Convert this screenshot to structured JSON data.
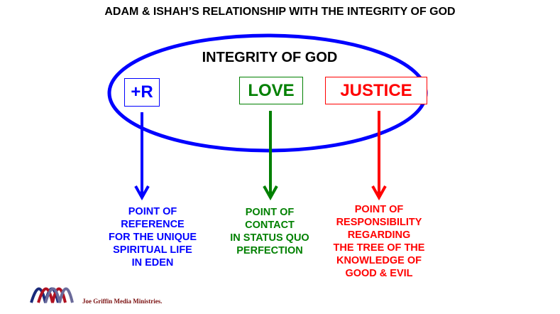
{
  "title": "ADAM & ISHAH’S RELATIONSHIP WITH THE INTEGRITY OF GOD",
  "ellipse_label": "INTEGRITY OF GOD",
  "attributes": [
    {
      "label": "+R",
      "color": "#0000ff",
      "description": [
        "POINT OF",
        "REFERENCE",
        "FOR THE UNIQUE",
        "SPIRITUAL LIFE",
        "IN EDEN"
      ]
    },
    {
      "label": "LOVE",
      "color": "#008000",
      "description": [
        "POINT OF",
        "CONTACT",
        "IN STATUS QUO",
        "PERFECTION"
      ]
    },
    {
      "label": "JUSTICE",
      "color": "#ff0000",
      "description": [
        "POINT OF",
        "RESPONSIBILITY",
        "REGARDING",
        "THE TREE OF THE",
        "KNOWLEDGE OF",
        "GOOD & EVIL"
      ]
    }
  ],
  "footer": {
    "org": "Joe Griffin Media Ministries."
  }
}
